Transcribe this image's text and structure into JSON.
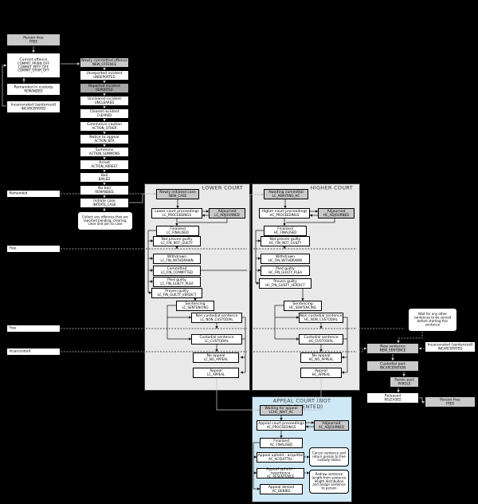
{
  "colors": {
    "background": "#000000",
    "court_cluster_fill": "#e9e9e9",
    "appeal_cluster_fill": "#cfe8f6",
    "node_gray": "#c9c9c9",
    "node_dark_gray": "#a6a6a6",
    "node_white": "#ffffff",
    "edge_light": "#c4c4c4",
    "edge_dark": "#1c1c1c"
  },
  "clusters": {
    "lower_court": {
      "title": "LOWER COURT"
    },
    "higher_court": {
      "title": "HIGHER COURT"
    },
    "appeal_court": {
      "title": "APPEAL COURT (NOT IMPLEMENTED)"
    }
  },
  "lanes": {
    "remanded": {
      "label": "Remanded"
    },
    "free_upper": {
      "label": "Free"
    },
    "free_lower": {
      "label": "Free"
    },
    "incarcerated": {
      "label": "Incarcerated"
    }
  },
  "nodes": {
    "person_free_top": {
      "label": "Person free",
      "code": "FREE"
    },
    "current_offence": {
      "label": "Current offence",
      "code": "COMMIT_PRISN_OFF\nCOMMIT_PPTY_OFF\nCOMMIT_OTHR_OFF"
    },
    "remanded_custody": {
      "label": "Remanded in custody",
      "code": "REMANDED"
    },
    "incarcerated_top": {
      "label": "Incarcerated (sentenced)",
      "code": "INCARCERATED"
    },
    "new_offence": {
      "label": "Newly committed offence",
      "code": "NEW_OFFENCE"
    },
    "unreported": {
      "label": "Unreported incident",
      "code": "UNREPORTED"
    },
    "reported": {
      "label": "Reported incident",
      "code": "REPORTED"
    },
    "uncleared": {
      "label": "Uncleared incident",
      "code": "UNCLEARED"
    },
    "cleared": {
      "label": "Cleared incident",
      "code": "CLEARED"
    },
    "caution": {
      "label": "Commence caution",
      "code": "ACTION_OTHER"
    },
    "nta": {
      "label": "Notice to appear",
      "code": "ACTION_NTA"
    },
    "summons": {
      "label": "Summons",
      "code": "ACTION_SUMMONS"
    },
    "arrest": {
      "label": "Arrest",
      "code": "ACTION_ARREST"
    },
    "bail": {
      "label": "Bail",
      "code": "BAILED"
    },
    "no_bail": {
      "label": "No bail",
      "code": "REMANDED"
    },
    "initiate_case": {
      "label": "Initiate case",
      "code": "INITIATE_CASE"
    },
    "new_case": {
      "label": "Newly initiated case",
      "code": "NEW_CASE"
    },
    "lc_proceedings": {
      "label": "Lower court proceedings",
      "code": "LC_PROCEEDINGS"
    },
    "lc_adjourned": {
      "label": "Adjourned",
      "code": "LC_ADJOURNED"
    },
    "lc_finalised": {
      "label": "Finalised",
      "code": "LC_FINALISED"
    },
    "lc_not_guilty": {
      "label": "Not proven guilty",
      "code": "LC_FIN_NOT_GUILTY"
    },
    "lc_withdrawn": {
      "label": "Withdrawn",
      "code": "LC_FIN_WITHDRAWN"
    },
    "lc_committed": {
      "label": "Committed",
      "code": "LC_FIN_COMMITTED"
    },
    "lc_guilty_plea": {
      "label": "Pled guilty",
      "code": "LC_FIN_GUILTY_PLEA"
    },
    "lc_guilty_verdict": {
      "label": "Proven guilty",
      "code": "LC_FIN_GUILTY_VERDICT"
    },
    "lc_sentencing": {
      "label": "Sentencing",
      "code": "LC_SENTENCING"
    },
    "lc_non_custodial": {
      "label": "Non custodial sentence",
      "code": "LC_NON_CUSTODIAL"
    },
    "lc_custodial": {
      "label": "Custodial sentence",
      "code": "LC_CUSTODIAL"
    },
    "lc_no_appeal": {
      "label": "No appeal",
      "code": "LC_NO_APPEAL"
    },
    "lc_appeal": {
      "label": "Appeal",
      "code": "LC_APPEAL"
    },
    "hc_awaiting": {
      "label": "Awaiting committal",
      "code": "LC_AWAITING_HC"
    },
    "hc_proceedings": {
      "label": "Higher court proceedings",
      "code": "HC_PROCEEDINGS"
    },
    "hc_adjourned": {
      "label": "Adjourned",
      "code": "HC_ADJOURNED"
    },
    "hc_finalised": {
      "label": "Finalised",
      "code": "HC_FINALISED"
    },
    "hc_not_guilty": {
      "label": "Not proven guilty",
      "code": "HC_FIN_NOT_GUILTY"
    },
    "hc_withdrawn": {
      "label": "Withdrawn",
      "code": "HC_FIN_WITHDRAWN"
    },
    "hc_guilty_plea": {
      "label": "Pled guilty",
      "code": "HC_FIN_GUILTY_PLEA"
    },
    "hc_guilty_verdict": {
      "label": "Proven guilty",
      "code": "HC_FIN_GUILTY_VERDICT"
    },
    "hc_sentencing": {
      "label": "Sentencing",
      "code": "HC_SENTENCING"
    },
    "hc_non_custodial": {
      "label": "Non custodial sentence",
      "code": "HC_NON_CUSTODIAL"
    },
    "hc_custodial": {
      "label": "Custodial sentence",
      "code": "HC_CUSTODIAL"
    },
    "hc_no_appeal": {
      "label": "No appeal",
      "code": "HC_NO_APPEAL"
    },
    "hc_appeal": {
      "label": "Appeal",
      "code": "HC_APPEAL"
    },
    "ac_waiting": {
      "label": "Waiting for appeal",
      "code": "LCHC_WAIT_AC"
    },
    "ac_proceedings": {
      "label": "Appeal court proceedings",
      "code": "AC_PROCEEDINGS"
    },
    "ac_adjourned": {
      "label": "Adjourned",
      "code": "AC_ADJOURNED"
    },
    "ac_finalised": {
      "label": "Finalised",
      "code": "AC_FINALISED"
    },
    "ac_acquittal": {
      "label": "Appeal upheld - acquittal",
      "code": "AC_ACQUITTAL"
    },
    "ac_resentence": {
      "label": "Appeal upheld - resentence",
      "code": "AC_RESENTENCE"
    },
    "ac_denied": {
      "label": "Appeal denied",
      "code": "AC_DENIED"
    },
    "new_sentence": {
      "label": "New sentence",
      "code": "NEW_SENTENCE"
    },
    "incarcerated_right": {
      "label": "Incarcerated (sentenced)",
      "code": "INCARCERATED"
    },
    "custodial_part": {
      "label": "Custodial part",
      "code": "INCARCERATION"
    },
    "parole_part": {
      "label": "Parole part",
      "code": "PAROLE"
    },
    "released": {
      "label": "Released",
      "code": "RELEASED"
    },
    "person_free_bottom": {
      "label": "Person free",
      "code": "FREE"
    }
  },
  "notes": {
    "note_collect": {
      "text": "Collect any offences that are reported pending, clearing, clear and join to case"
    },
    "note_wait": {
      "text": "Wait for any other sentences to be served before starting this sentence"
    },
    "ac_note_cancel": {
      "text": "Cancel sentence and return person to free custody status"
    },
    "ac_note_redraw": {
      "text": "Redraw sentence length from sentence length distribution and assign sentence to person"
    }
  }
}
